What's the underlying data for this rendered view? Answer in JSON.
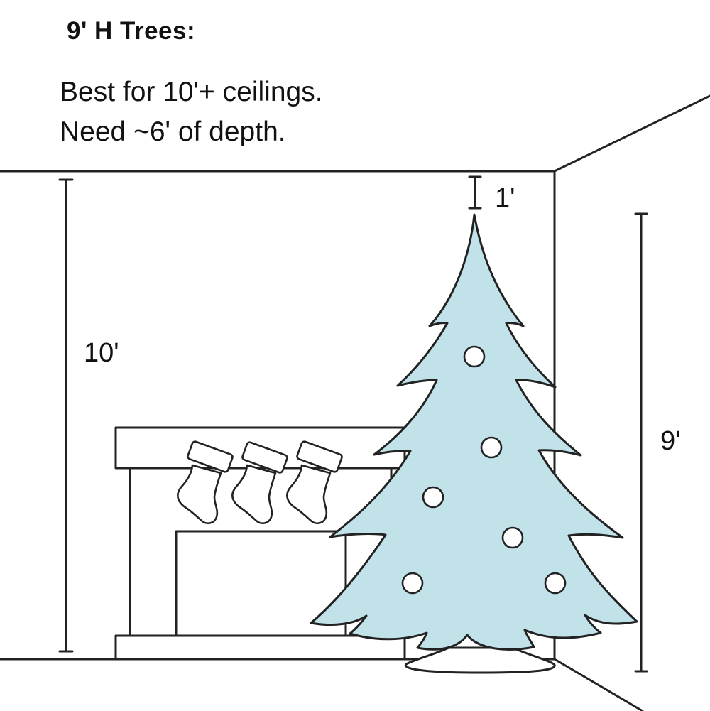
{
  "heading": {
    "title": "9' H Trees:"
  },
  "description": {
    "line1": "Best for 10'+ ceilings.",
    "line2": "Need ~6' of depth."
  },
  "dimensions": {
    "ceiling_height": "10'",
    "clearance": "1'",
    "tree_height": "9'"
  },
  "colors": {
    "line": "#222222",
    "tree_fill": "#c2e2e9",
    "background": "#ffffff"
  },
  "illustration": {
    "elements": [
      "room-corner",
      "fireplace",
      "stocking",
      "stocking",
      "stocking",
      "christmas-tree",
      "ornaments",
      "tree-skirt"
    ],
    "ornament_count": 6,
    "stocking_count": 3
  }
}
